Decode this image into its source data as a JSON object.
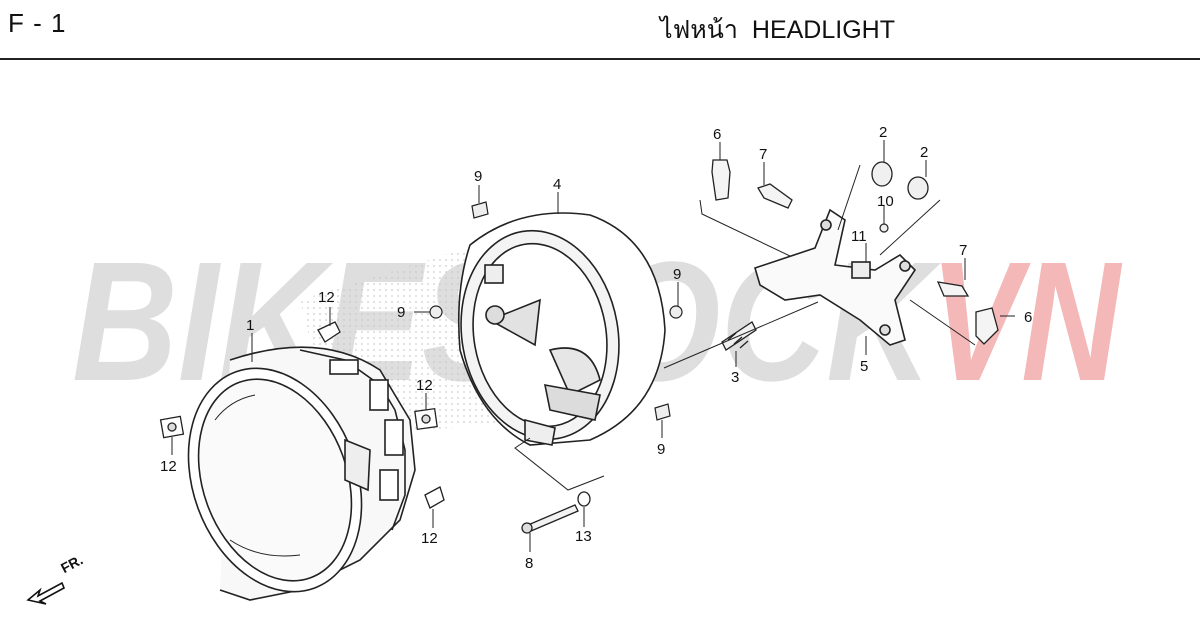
{
  "header": {
    "section_code": "F - 1",
    "title_thai": "ไฟหน้า",
    "title_en": "HEADLIGHT"
  },
  "watermark": {
    "part1": "BIKESTOCK",
    "part2": "VN",
    "color1": "#d9d9d9",
    "color2": "#f4b5b5"
  },
  "direction_label": "FR.",
  "callouts": [
    "1",
    "2",
    "2",
    "3",
    "4",
    "5",
    "6",
    "6",
    "7",
    "7",
    "8",
    "9",
    "9",
    "9",
    "9",
    "10",
    "11",
    "12",
    "12",
    "12",
    "12",
    "13"
  ],
  "colors": {
    "line": "#222222",
    "accent": "#e05050"
  }
}
